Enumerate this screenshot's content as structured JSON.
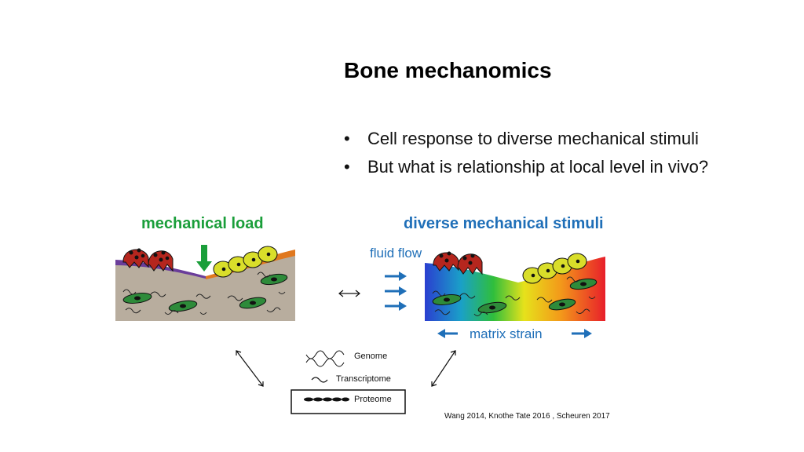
{
  "slide": {
    "title": "Bone mechanomics",
    "bullets": [
      "Cell response to diverse mechanical stimuli",
      "But what is relationship at local level in vivo?"
    ],
    "bullet_symbol": "•"
  },
  "diagram": {
    "left_label": "mechanical load",
    "right_label": "diverse mechanical stimuli",
    "fluid_flow_label": "fluid flow",
    "matrix_strain_label": "matrix strain",
    "omics": {
      "genome": "Genome",
      "transcriptome": "Transcriptome",
      "proteome": "Proteome"
    },
    "citation": "Wang 2014,  Knothe Tate  2016  , Scheuren  2017"
  },
  "colors": {
    "load_green": "#1a9e3a",
    "stimuli_blue": "#1f6fb8",
    "bone_matrix": "#b8ad9e",
    "osteoclast_red": "#b5261e",
    "osteoblast_yellow": "#d9de2a",
    "osteocyte_green": "#2e8b3a"
  }
}
